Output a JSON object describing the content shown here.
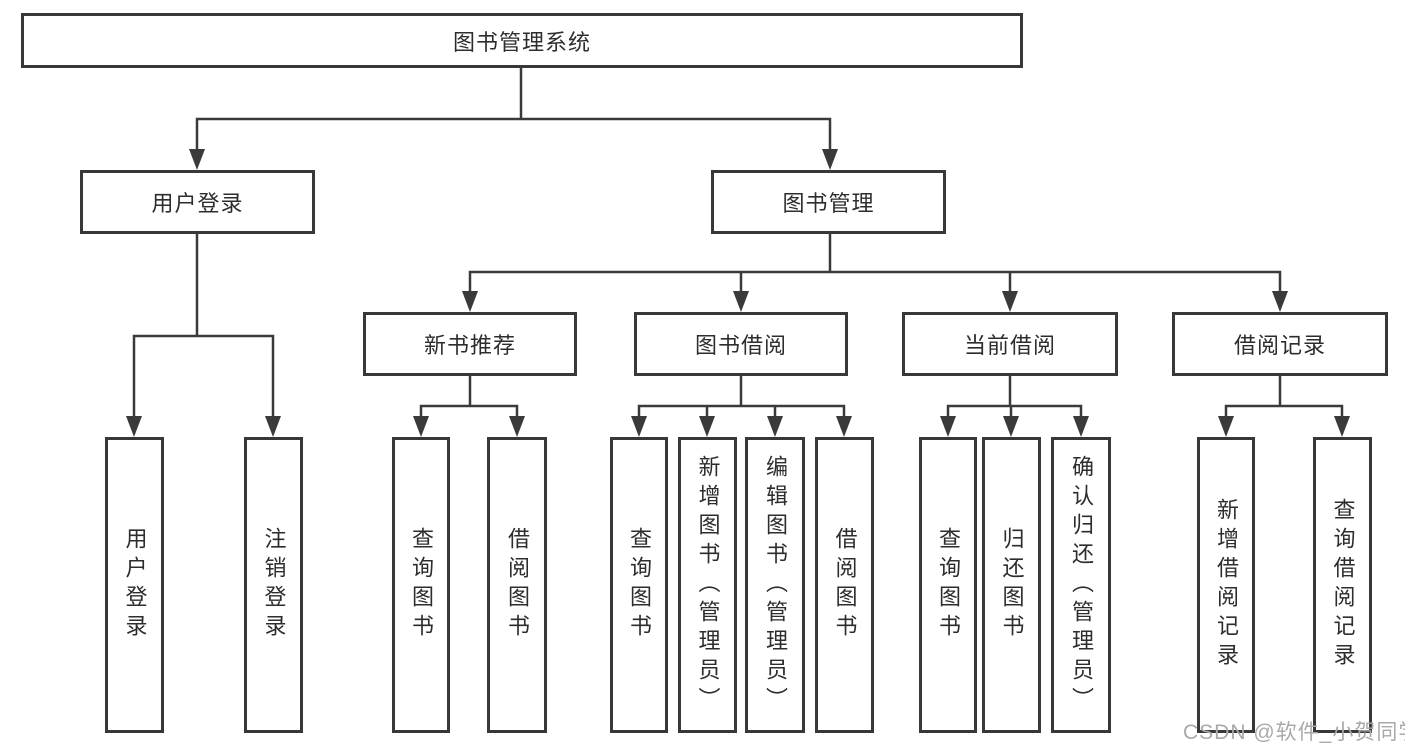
{
  "diagram": {
    "root": {
      "label": "图书管理系统"
    },
    "level2": {
      "user_login": {
        "label": "用户登录"
      },
      "book_mgmt": {
        "label": "图书管理"
      }
    },
    "level3": {
      "new_book_rec": {
        "label": "新书推荐"
      },
      "book_borrow": {
        "label": "图书借阅"
      },
      "current_borrow": {
        "label": "当前借阅"
      },
      "borrow_records": {
        "label": "借阅记录"
      }
    },
    "leaves": {
      "user_login": {
        "label": "用户登录"
      },
      "logout": {
        "label": "注销登录"
      },
      "query_book_newrec": {
        "label": "查询图书"
      },
      "borrow_book_newrec": {
        "label": "借阅图书"
      },
      "query_book_borrow": {
        "label": "查询图书"
      },
      "add_book_admin": {
        "label": "新增图书（管理员）"
      },
      "edit_book_admin": {
        "label": "编辑图书（管理员）"
      },
      "borrow_book_borrow": {
        "label": "借阅图书"
      },
      "query_book_current": {
        "label": "查询图书"
      },
      "return_book": {
        "label": "归还图书"
      },
      "confirm_return_admin": {
        "label": "确认归还（管理员）"
      },
      "add_borrow_record": {
        "label": "新增借阅记录"
      },
      "query_borrow_record": {
        "label": "查询借阅记录"
      }
    }
  },
  "watermark": {
    "text": "CSDN @软件_小贺同学"
  },
  "colors": {
    "line": "#3a3a3a",
    "border": "#383838",
    "text": "#2d2d2d",
    "watermark": "#a9a9a9",
    "background": "#ffffff"
  }
}
